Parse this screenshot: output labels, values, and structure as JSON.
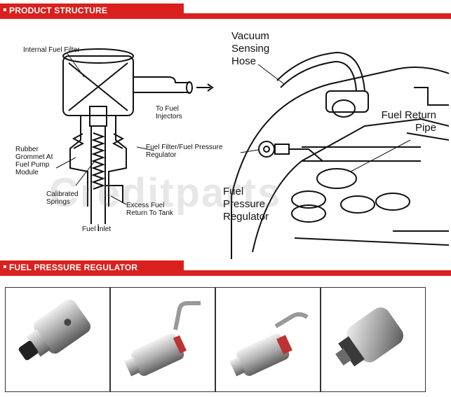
{
  "section1": {
    "title": "PRODUCT STRUCTURE"
  },
  "section2": {
    "title": "FUEL PRESSURE REGULATOR"
  },
  "diagram_left": {
    "labels": {
      "internal_filter": "Internal Fuel Filter",
      "to_fuel_injectors": "To Fuel Injectors",
      "rubber_grommet": "Rubber Grommet At Fuel Pump Module",
      "filter_regulator": "Fuel Filter/Fuel Pressure Regulator",
      "calibrated_springs": "Calibrated Springs",
      "excess_fuel": "Excess Fuel Return To Tank",
      "fuel_inlet": "Fuel Inlet"
    }
  },
  "diagram_right": {
    "labels": {
      "vacuum_hose": "Vacuum Sensing Hose",
      "fuel_return_pipe": "Fuel Return Pipe",
      "fuel_pressure_regulator": "Fuel Pressure Regulator"
    }
  },
  "watermark": "Creditparts",
  "colors": {
    "accent": "#d9201d",
    "line": "#111111"
  }
}
